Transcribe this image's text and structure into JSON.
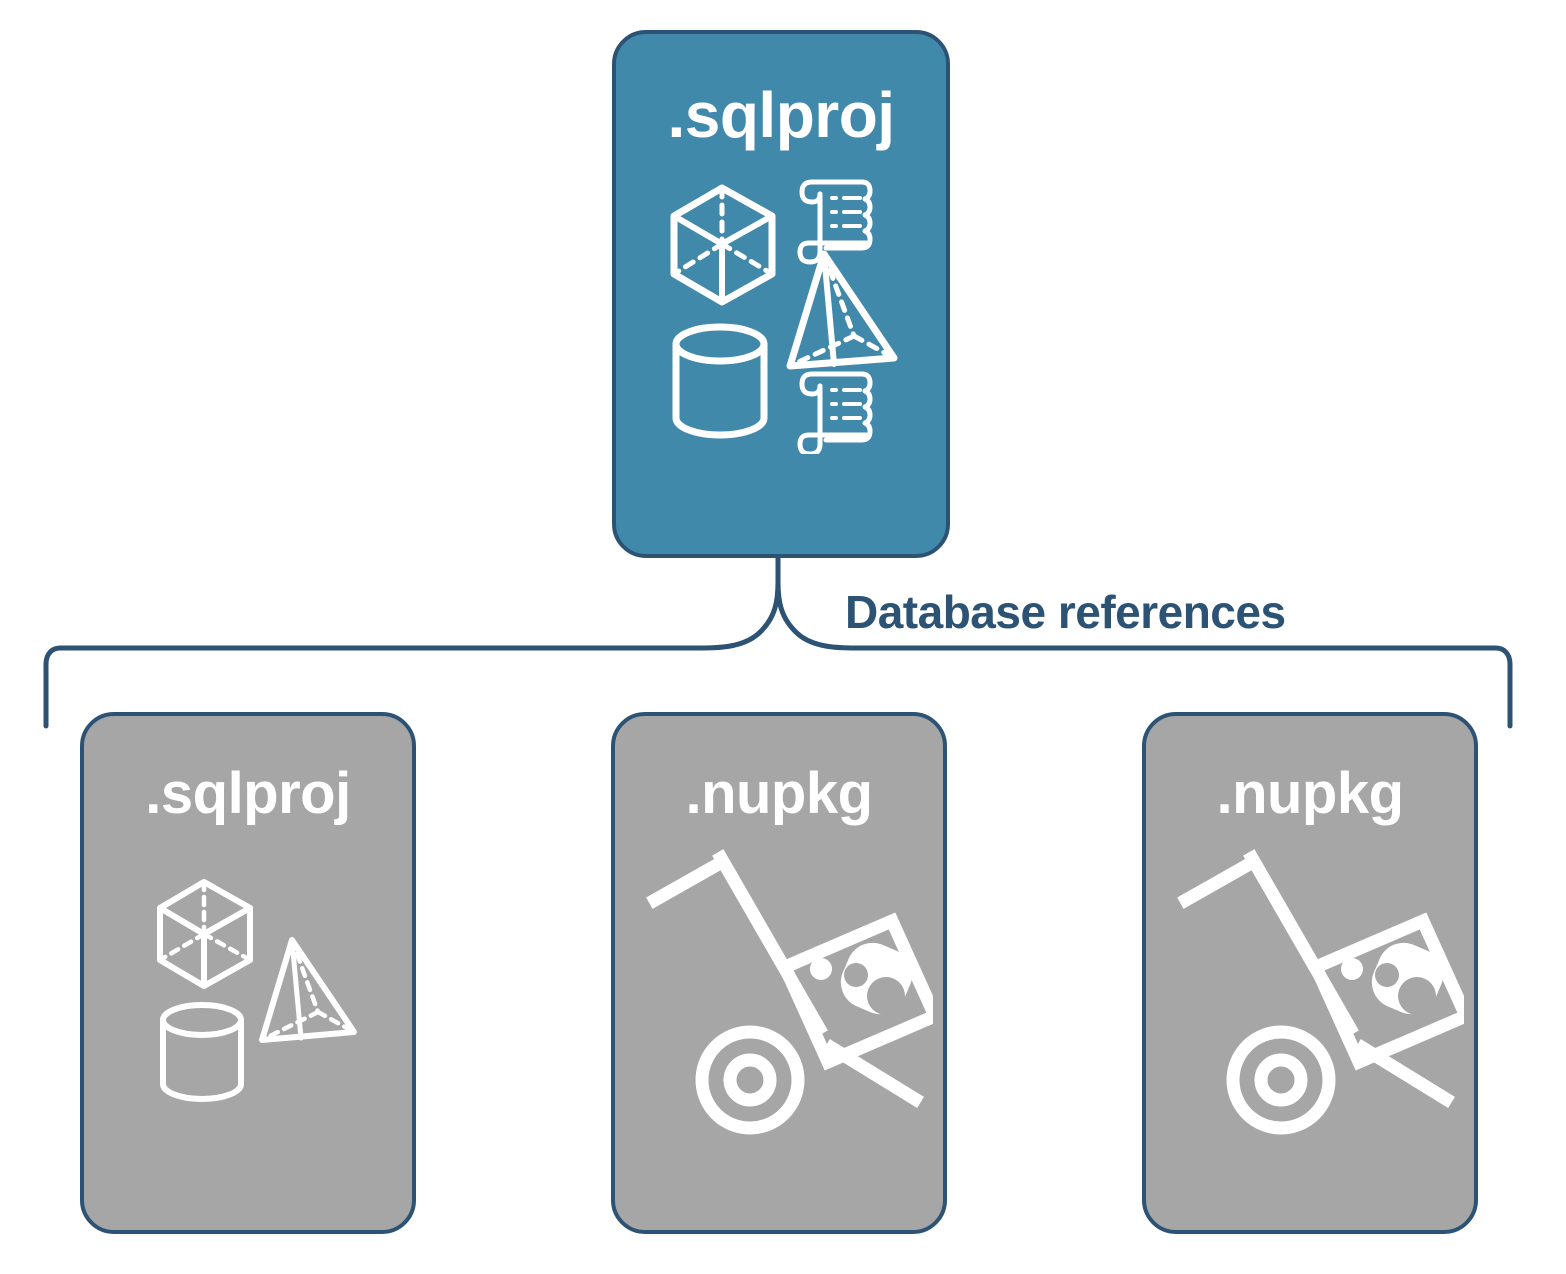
{
  "diagram": {
    "title": "Database references",
    "colors": {
      "primary_card_fill": "#4089ab",
      "secondary_card_fill": "#a6a6a6",
      "border": "#2d5374",
      "label_text": "#2d5374",
      "card_text": "#ffffff",
      "background": "#ffffff"
    },
    "connector": {
      "label": "Database references",
      "type": "curly-brace",
      "icon_name": "brace-connector"
    },
    "parent": {
      "label": ".sqlproj",
      "name": "sqlproj-project-card",
      "fill": "#4089ab",
      "icons": [
        "cube-icon",
        "scroll-icon",
        "pyramid-icon",
        "cylinder-icon",
        "scroll-icon"
      ]
    },
    "children": [
      {
        "label": ".sqlproj",
        "name": "sqlproj-reference-card",
        "fill": "#a6a6a6",
        "icon_set": "shapes",
        "icons": [
          "cube-icon",
          "pyramid-icon",
          "cylinder-icon"
        ]
      },
      {
        "label": ".nupkg",
        "name": "nupkg-reference-card-1",
        "fill": "#a6a6a6",
        "icon_set": "package",
        "icons": [
          "hand-truck-package-icon"
        ]
      },
      {
        "label": ".nupkg",
        "name": "nupkg-reference-card-2",
        "fill": "#a6a6a6",
        "icon_set": "package",
        "icons": [
          "hand-truck-package-icon"
        ]
      }
    ]
  }
}
